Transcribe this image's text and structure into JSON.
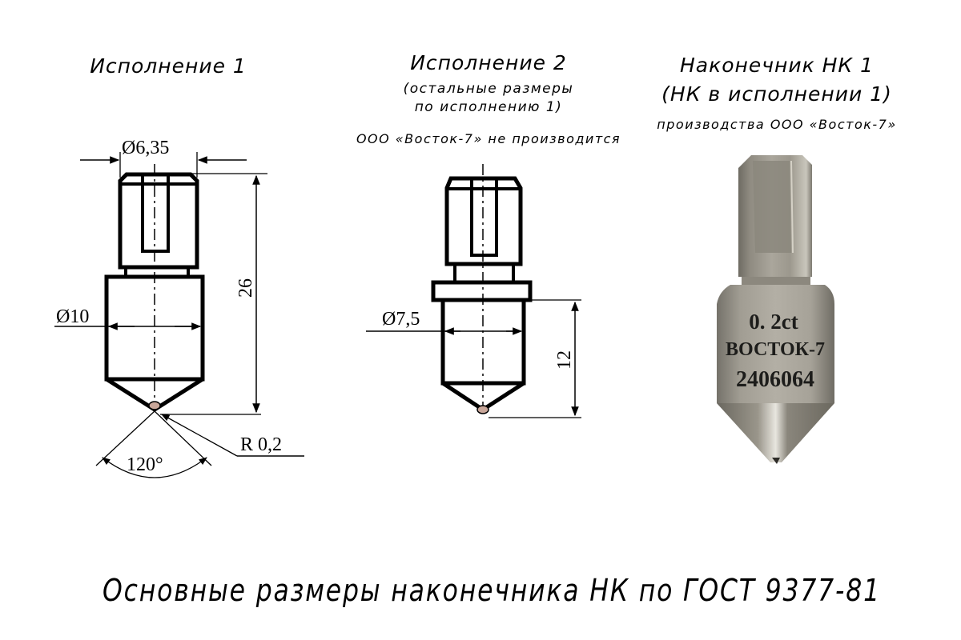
{
  "variant1": {
    "title": "Исполнение 1",
    "dimensions": {
      "shank_diameter": "Ø6,35",
      "body_diameter": "Ø10",
      "total_length": "26",
      "tip_radius": "R 0,2",
      "cone_angle": "120°"
    }
  },
  "variant2": {
    "title": "Исполнение 2",
    "subtitle_line1": "(остальные размеры",
    "subtitle_line2": "по исполнению 1)",
    "note": "ООО «Восток-7» не производится",
    "dimensions": {
      "body_diameter": "Ø7,5",
      "body_length": "12"
    }
  },
  "product": {
    "title_line1": "Наконечник НК 1",
    "title_line2": "(НК в исполнении 1)",
    "note": "производства ООО «Восток-7»",
    "engraving": {
      "line1": "0. 2ct",
      "line2": "ВОСТОК-7",
      "line3": "2406064"
    }
  },
  "caption": "Основные размеры наконечника НК по ГОСТ 9377-81",
  "colors": {
    "background": "#ffffff",
    "line": "#000000",
    "diamond_tip": "#c9a79a",
    "steel_light": "#c8c5bd",
    "steel_mid": "#9b978c",
    "steel_dark": "#5e5b53"
  }
}
